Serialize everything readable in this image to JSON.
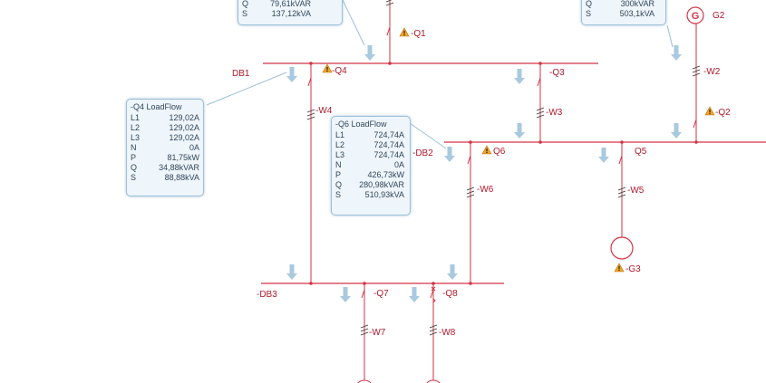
{
  "busbars": {
    "db1": "DB1",
    "db2": "-DB2",
    "db3": "-DB3"
  },
  "devices": {
    "q1": "-Q1",
    "q2": "-Q2",
    "q3": "-Q3",
    "q4": "-Q4",
    "q5": "Q5",
    "q6": "Q6",
    "q7": "-Q7",
    "q8": "-Q8",
    "w2": "-W2",
    "w3": "-W3",
    "w4": "-W4",
    "w5": "-W5",
    "w6": "-W6",
    "w7": "-W7",
    "w8": "-W8",
    "g2": "G2",
    "g3": "-G3",
    "generator_symbol": "G"
  },
  "boxes": {
    "top_left": {
      "rows": [
        {
          "k": "Q",
          "v": "79,61kVAR"
        },
        {
          "k": "S",
          "v": "137,12kVA"
        }
      ]
    },
    "top_right": {
      "rows": [
        {
          "k": "Q",
          "v": "300kVAR"
        },
        {
          "k": "S",
          "v": "503,1kVA"
        }
      ]
    },
    "q4": {
      "title": "-Q4   LoadFlow",
      "rows": [
        {
          "k": "L1",
          "v": "129,02A"
        },
        {
          "k": "L2",
          "v": "129,02A"
        },
        {
          "k": "L3",
          "v": "129,02A"
        },
        {
          "k": "N",
          "v": "0A"
        },
        {
          "k": "P",
          "v": "81,75kW"
        },
        {
          "k": "Q",
          "v": "34,88kVAR"
        },
        {
          "k": "S",
          "v": "88,88kVA"
        }
      ]
    },
    "q6": {
      "title": "-Q6   LoadFlow",
      "rows": [
        {
          "k": "L1",
          "v": "724,74A"
        },
        {
          "k": "L2",
          "v": "724,74A"
        },
        {
          "k": "L3",
          "v": "724,74A"
        },
        {
          "k": "N",
          "v": "0A"
        },
        {
          "k": "P",
          "v": "426,73kW"
        },
        {
          "k": "Q",
          "v": "280,98kVAR"
        },
        {
          "k": "S",
          "v": "510,93kVA"
        }
      ]
    }
  },
  "colors": {
    "line": "#d23344",
    "arrow": "#9cbfd8",
    "warning": "#f0a020"
  }
}
